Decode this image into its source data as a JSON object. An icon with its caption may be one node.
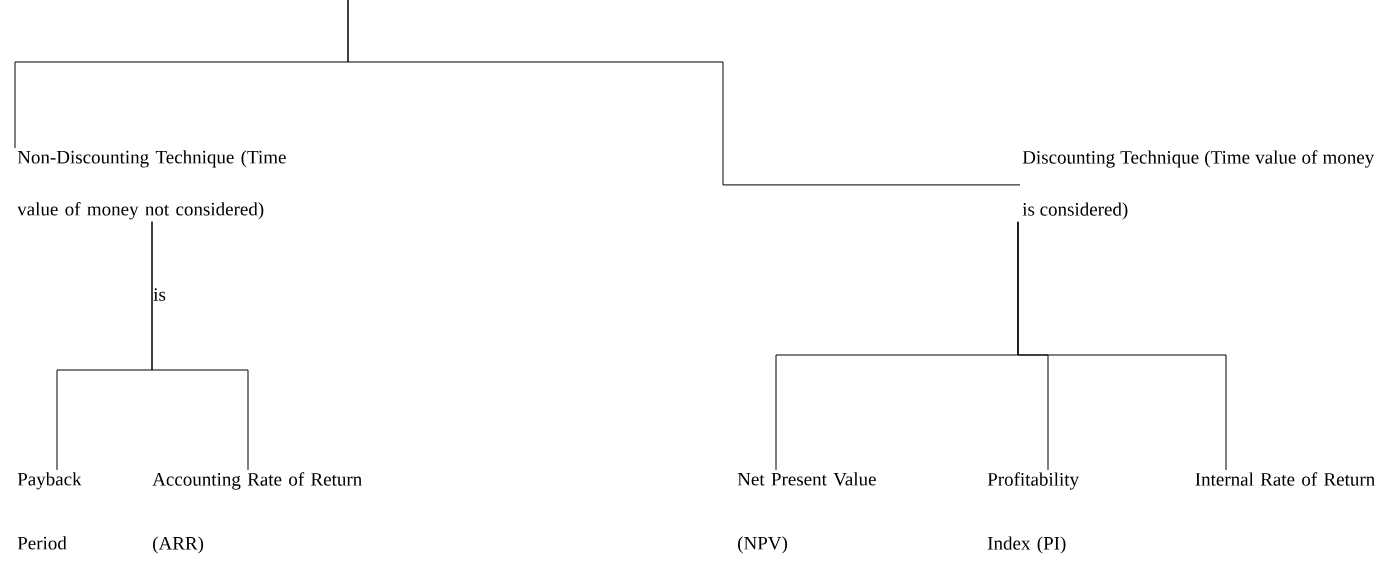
{
  "diagram": {
    "nodes": [
      {
        "text": [
          "Non-Discounting Technique (Time value of money not considered)"
        ]
      },
      {
        "text": [
          "Discounting Technique (Time value of money is considered)"
        ]
      },
      {
        "text": [
          "Payback Period"
        ]
      },
      {
        "text": [
          "Accounting Rate of Return (ARR)"
        ]
      },
      {
        "text": [
          "Net Present Value (NPV)"
        ]
      },
      {
        "text": [
          "Profitability Index (PI)"
        ]
      },
      {
        "text": [
          "Internal Rate of Return"
        ]
      }
    ],
    "edges": [
      {
        "from": null,
        "to": 0,
        "arrow": "none"
      },
      {
        "from": null,
        "to": 1,
        "arrow": "none"
      },
      {
        "from": 0,
        "to": 2,
        "arrow": "none"
      },
      {
        "from": 0,
        "to": 3,
        "arrow": "none"
      },
      {
        "from": 1,
        "to": 4,
        "arrow": "none"
      },
      {
        "from": 1,
        "to": 5,
        "arrow": "none"
      },
      {
        "from": 1,
        "to": 6,
        "arrow": "none"
      }
    ],
    "labels": [
      "is"
    ]
  }
}
